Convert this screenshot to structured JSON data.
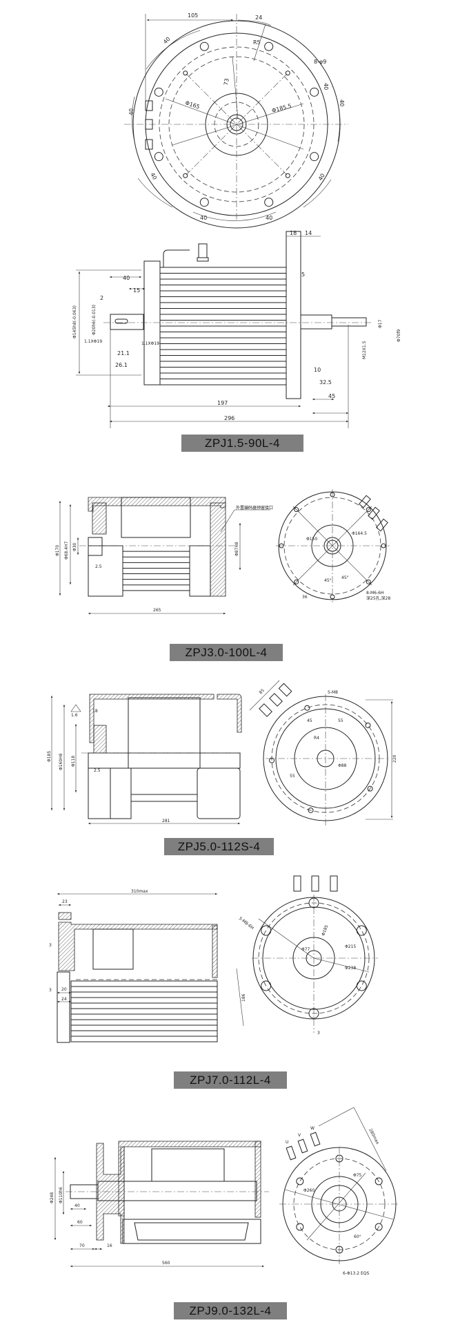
{
  "models": [
    {
      "name": "ZPJ1.5-90L-4",
      "end_view_dims": [
        "105",
        "24",
        "R5",
        "8-φ9",
        "73",
        "Φ165",
        "Φ185.5",
        "40",
        "40",
        "40",
        "40",
        "40",
        "40",
        "40",
        "40"
      ],
      "side_view_dims": [
        "40",
        "15",
        "2",
        "Φ145h8(-0.063)",
        "Φ20h6(-0.013)",
        "1.1XΦ19",
        "1.1XΦ19",
        "21.1",
        "26.1",
        "197",
        "296",
        "18",
        "14",
        "5",
        "10",
        "32.5",
        "45",
        "M12X1.5",
        "Φ17",
        "Φ70f9"
      ]
    },
    {
      "name": "ZPJ3.0-100L-4",
      "side_view_dims": [
        "Φ170",
        "Φ68.4H7",
        "Φ30",
        "2.5",
        "265",
        "Φ87H8",
        "外置编码器预留接口"
      ],
      "end_view_dims": [
        "Φ150",
        "Φ164.5",
        "45°",
        "45°",
        "36",
        "8-M6-6H",
        "深25孔,深28"
      ]
    },
    {
      "name": "ZPJ5.0-112S-4",
      "side_view_dims": [
        "Φ185",
        "Φ160H8",
        "18",
        "1.6",
        "Φ118",
        "2.5",
        "281"
      ],
      "end_view_dims": [
        "85",
        "5-M8",
        "45",
        "55",
        "R4",
        "55",
        "Φ88",
        "220"
      ]
    },
    {
      "name": "ZPJ7.0-112L-4",
      "side_view_dims": [
        "310max",
        "23",
        "3",
        "3",
        "20",
        "24"
      ],
      "end_view_dims": [
        "5-M8-6H",
        "Φ185",
        "Φ77",
        "Φ215",
        "Φ238",
        "186",
        "3"
      ]
    },
    {
      "name": "ZPJ9.0-132L-4",
      "side_view_dims": [
        "Φ248",
        "Φ110h6",
        "40",
        "60",
        "70",
        "16",
        "560"
      ],
      "end_view_dims": [
        "280max",
        "Φ75",
        "Φ260",
        "60°",
        "6-Φ13.2 EQS",
        "U",
        "V",
        "W"
      ]
    }
  ]
}
